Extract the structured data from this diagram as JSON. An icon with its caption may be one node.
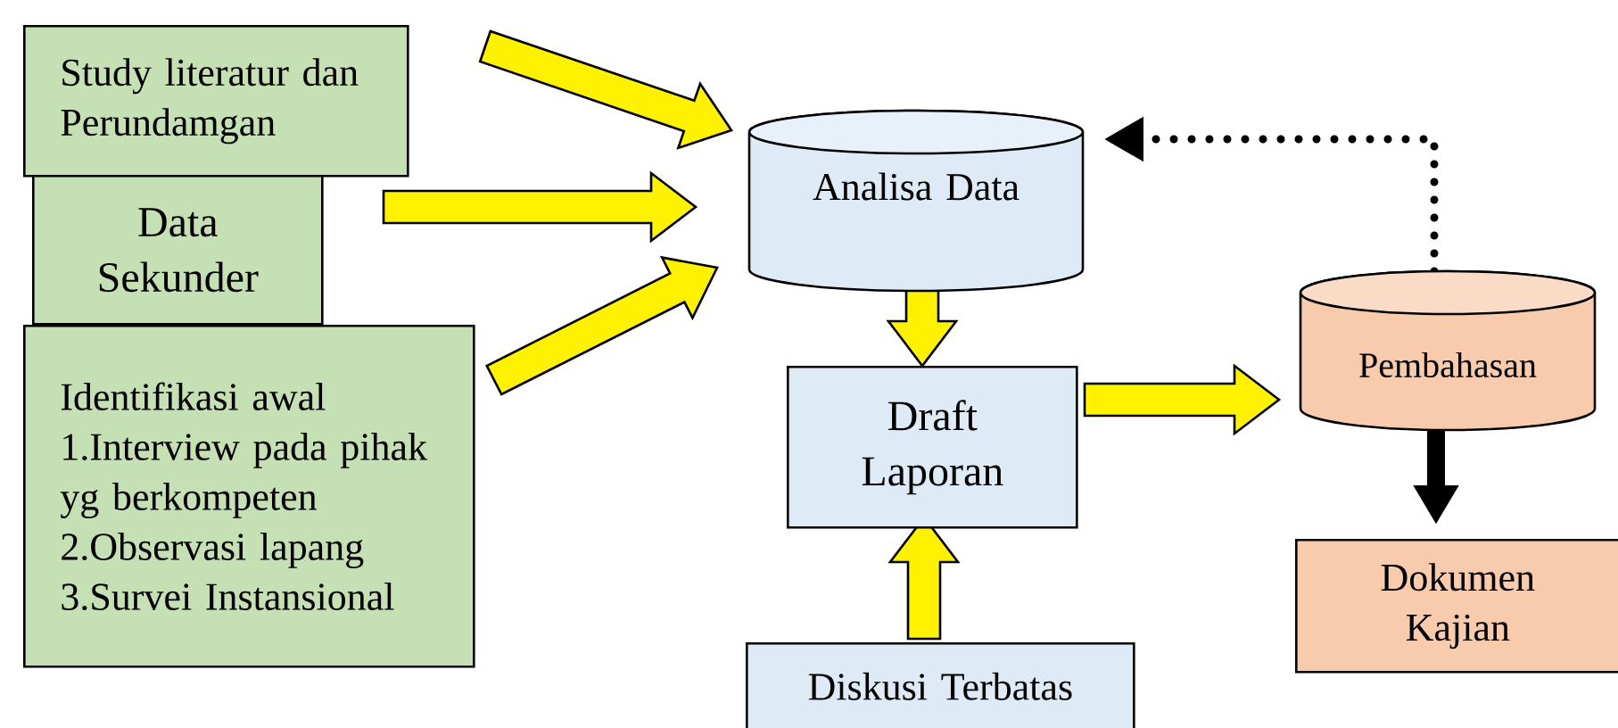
{
  "diagram": {
    "nodes": [
      {
        "text": [
          "Study literatur dan Perundamgan"
        ]
      },
      {
        "text": [
          "Data Sekunder"
        ]
      },
      {
        "text": [
          "Identifikasi awal",
          "1.Interview pada pihak yg berkompeten",
          "2.Observasi lapang",
          "3.Survei Instansional"
        ]
      },
      {
        "text": [
          "Analisa Data"
        ]
      },
      {
        "text": [
          "Draft Laporan"
        ]
      },
      {
        "text": [
          "Pembahasan"
        ]
      },
      {
        "text": [
          "Dokumen Kajian"
        ]
      },
      {
        "text": [
          "Diskusi Terbatas"
        ]
      }
    ],
    "edges": [
      {
        "from": 0,
        "to": 3,
        "arrow": "to"
      },
      {
        "from": 1,
        "to": 3,
        "arrow": "to"
      },
      {
        "from": 2,
        "to": 3,
        "arrow": "to"
      },
      {
        "from": 3,
        "to": 4,
        "arrow": "to"
      },
      {
        "from": 4,
        "to": 5,
        "arrow": "to"
      },
      {
        "from": 7,
        "to": 4,
        "arrow": "to"
      },
      {
        "from": 5,
        "to": 6,
        "arrow": "to",
        "style": "thick",
        "color": "#000000"
      },
      {
        "from": 5,
        "to": 3,
        "arrow": "to",
        "style": "dashed",
        "color": "#000000"
      }
    ]
  }
}
